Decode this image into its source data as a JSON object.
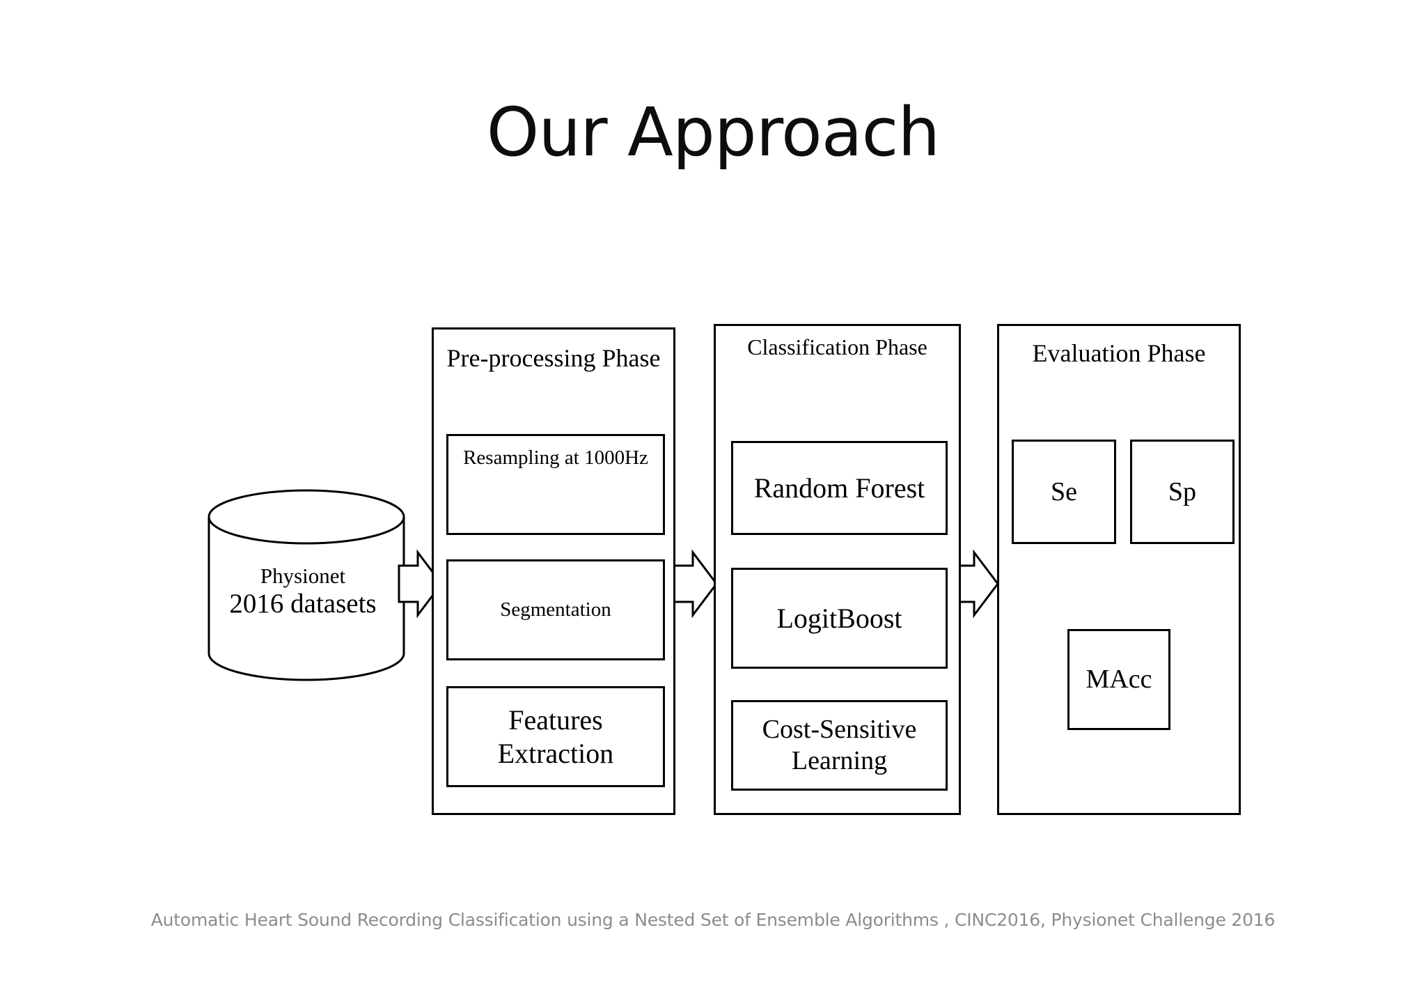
{
  "slide": {
    "title": "Our Approach",
    "footer": "Automatic Heart Sound Recording Classification using a Nested Set of Ensemble Algorithms , CINC2016, Physionet Challenge 2016"
  },
  "diagram": {
    "datastore": {
      "name": "physionet-datastore",
      "line1": "Physionet",
      "line2": "2016 datasets"
    },
    "phases": [
      {
        "id": "pre-processing",
        "title": "Pre-processing Phase",
        "steps": [
          {
            "id": "resampling",
            "label": "Resampling at 1000Hz"
          },
          {
            "id": "segmentation",
            "label": "Segmentation"
          },
          {
            "id": "features-extraction",
            "label": "Features Extraction"
          }
        ]
      },
      {
        "id": "classification",
        "title": "Classification  Phase",
        "steps": [
          {
            "id": "random-forest",
            "label": "Random Forest"
          },
          {
            "id": "logitboost",
            "label": "LogitBoost"
          },
          {
            "id": "cost-sensitive-learning",
            "label": "Cost-Sensitive Learning"
          }
        ]
      },
      {
        "id": "evaluation",
        "title": "Evaluation Phase",
        "steps": [
          {
            "id": "se",
            "label": "Se"
          },
          {
            "id": "sp",
            "label": "Sp"
          },
          {
            "id": "macc",
            "label": "MAcc"
          }
        ]
      }
    ],
    "colors": {
      "stroke": "#000000",
      "fill": "#ffffff",
      "footer_text": "#8c8c8c"
    }
  }
}
